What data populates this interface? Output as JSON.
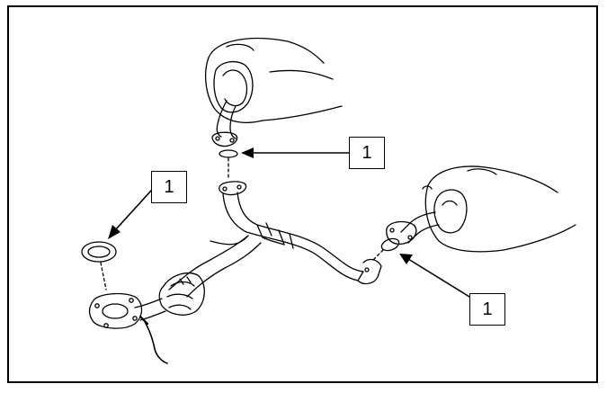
{
  "callouts": {
    "top_gasket": "1",
    "left_gasket": "1",
    "right_gasket": "1"
  },
  "colors": {
    "line": "#000000",
    "background": "#ffffff"
  }
}
